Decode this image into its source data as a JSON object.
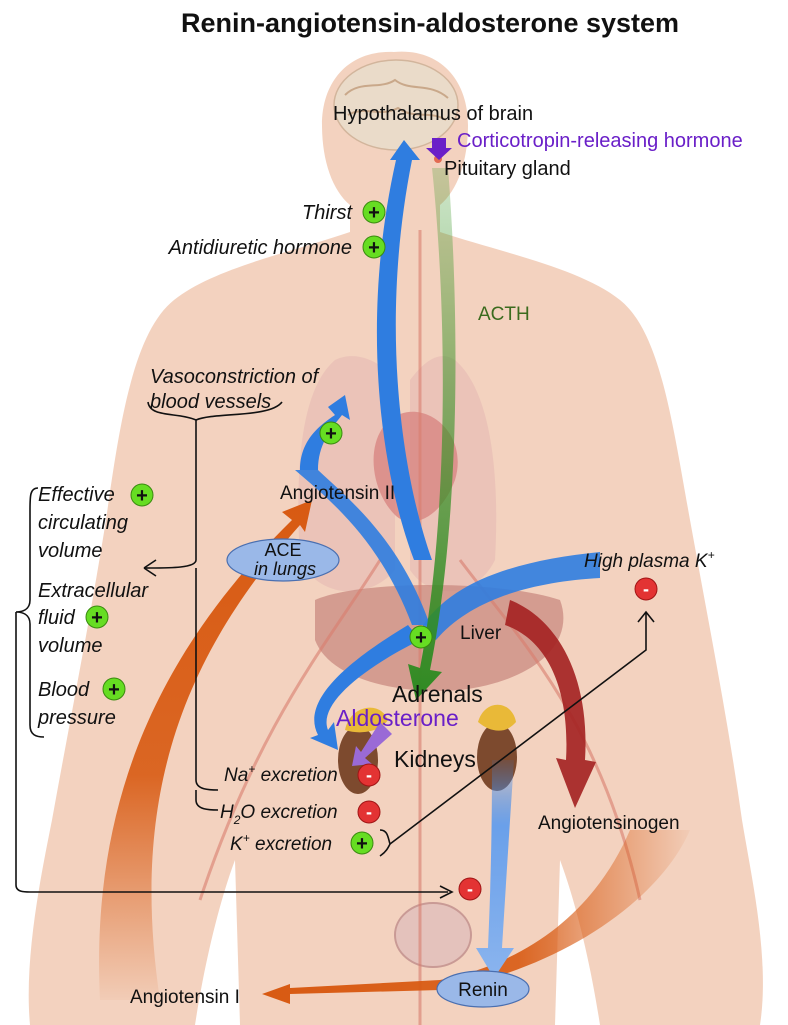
{
  "title": "Renin-angiotensin-aldosterone system",
  "labels": {
    "hypothalamus": "Hypothalamus of brain",
    "crh": "Corticotropin-releasing hormone",
    "pituitary": "Pituitary gland",
    "thirst": "Thirst",
    "adh": "Antidiuretic hormone",
    "acth": "ACTH",
    "vasoconstriction_1": "Vasoconstriction of",
    "vasoconstriction_2": "blood vessels",
    "angiotensin_ii": "Angiotensin II",
    "ace_1": "ACE",
    "ace_2": "in lungs",
    "effective_1": "Effective",
    "effective_2": "circulating",
    "effective_3": "volume",
    "ecf_1": "Extracellular",
    "ecf_2": "fluid",
    "ecf_3": "volume",
    "bp_1": "Blood",
    "bp_2": "pressure",
    "high_k": "High plasma K",
    "high_k_sup": "+",
    "liver": "Liver",
    "adrenals": "Adrenals",
    "aldosterone": "Aldosterone",
    "kidneys": "Kidneys",
    "na_main": "Na",
    "na_sup": "+",
    "na_rest": " excretion",
    "h2o_main": "H",
    "h2o_sub": "2",
    "h2o_rest": "O excretion",
    "k_main": "K",
    "k_sup": "+",
    "k_rest": " excretion",
    "angiotensinogen": "Angiotensinogen",
    "renin": "Renin",
    "angiotensin_i": "Angiotensin I"
  },
  "signs": {
    "plus": "+",
    "minus": "-"
  },
  "colors": {
    "body": "#f2cdb8",
    "blue_arrow": "#2f7de0",
    "green_arrow": "#3f9a2c",
    "orange_arrow": "#d85a12",
    "red_arrow": "#a52424",
    "plus_badge": "#66dd22",
    "minus_badge": "#e33333",
    "purple_text": "#6a1fc8",
    "acth_text": "#3b6b1e",
    "ace_fill": "#9ab8e8",
    "adrenal": "#e9b938",
    "kidney": "#7d4a2e"
  }
}
